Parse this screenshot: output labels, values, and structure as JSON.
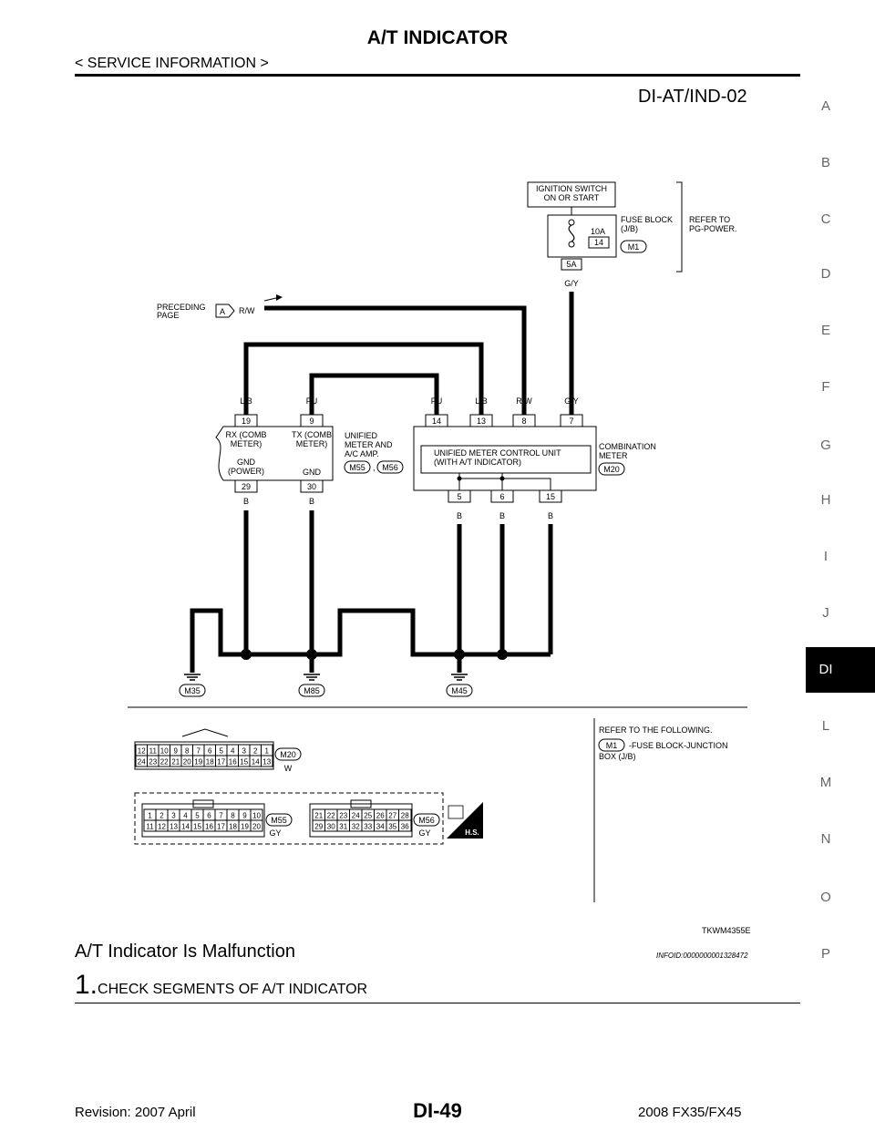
{
  "header": {
    "title": "A/T INDICATOR",
    "subtitle": "< SERVICE INFORMATION >",
    "diagram_code": "DI-AT/IND-02"
  },
  "side_index": {
    "letters": [
      "A",
      "B",
      "C",
      "D",
      "E",
      "F",
      "G",
      "H",
      "I",
      "J",
      "DI",
      "L",
      "M",
      "N",
      "O",
      "P"
    ],
    "active": "DI"
  },
  "diagram": {
    "ignition_switch": [
      "IGNITION SWITCH",
      "ON OR START"
    ],
    "fuse": {
      "amp": "10A",
      "num": "14",
      "terminal": "5A"
    },
    "fuse_block_label": [
      "FUSE BLOCK",
      "(J/B)"
    ],
    "fuse_block_connector": "M1",
    "refer_to": [
      "REFER TO",
      "PG-POWER."
    ],
    "fuse_wire": "G/Y",
    "preceding_page": [
      "PRECEDING",
      "PAGE"
    ],
    "preceding_marker": "A",
    "preceding_wire": "R/W",
    "unified_meter": {
      "terminals": [
        {
          "num": "19",
          "wire": "L/B",
          "label": [
            "RX (COMB",
            "METER)"
          ]
        },
        {
          "num": "9",
          "wire": "PU",
          "label": [
            "TX (COMB",
            "METER)"
          ]
        }
      ],
      "gnd_terminals": [
        {
          "num": "29",
          "wire": "B",
          "label": [
            "GND",
            "(POWER)"
          ]
        },
        {
          "num": "30",
          "wire": "B",
          "label": [
            "GND"
          ]
        }
      ],
      "name": [
        "UNIFIED",
        "METER AND",
        "A/C AMP."
      ],
      "connectors": [
        "M55",
        "M56"
      ],
      "separator": ","
    },
    "combination_meter": {
      "top_terminals": [
        {
          "num": "14",
          "wire": "PU"
        },
        {
          "num": "13",
          "wire": "L/B"
        },
        {
          "num": "8",
          "wire": "R/W"
        },
        {
          "num": "7",
          "wire": "G/Y"
        }
      ],
      "bottom_terminals": [
        {
          "num": "5",
          "wire": "B"
        },
        {
          "num": "6",
          "wire": "B"
        },
        {
          "num": "15",
          "wire": "B"
        }
      ],
      "unit_label": [
        "UNIFIED METER CONTROL UNIT",
        "(WITH A/T INDICATOR)"
      ],
      "name": [
        "COMBINATION",
        "METER"
      ],
      "connector": "M20"
    },
    "ground_wire_labels": [
      "B",
      "B",
      "B",
      "B",
      "B",
      "B",
      "B",
      "B",
      "B"
    ],
    "grounds": [
      "M35",
      "M85",
      "M45"
    ],
    "connector_m20": {
      "row1": [
        "12",
        "11",
        "10",
        "9",
        "8",
        "7",
        "6",
        "5",
        "4",
        "3",
        "2",
        "1"
      ],
      "row2": [
        "24",
        "23",
        "22",
        "21",
        "20",
        "19",
        "18",
        "17",
        "16",
        "15",
        "14",
        "13"
      ],
      "id": "M20",
      "color": "W"
    },
    "connector_m55": {
      "row1": [
        "1",
        "2",
        "3",
        "4",
        "5",
        "6",
        "7",
        "8",
        "9",
        "10"
      ],
      "row2": [
        "11",
        "12",
        "13",
        "14",
        "15",
        "16",
        "17",
        "18",
        "19",
        "20"
      ],
      "id": "M55",
      "color": "GY"
    },
    "connector_m56": {
      "row1": [
        "21",
        "22",
        "23",
        "24",
        "25",
        "26",
        "27",
        "28"
      ],
      "row2": [
        "29",
        "30",
        "31",
        "32",
        "33",
        "34",
        "35",
        "36"
      ],
      "id": "M56",
      "color": "GY"
    },
    "hs_badge": "H.S.",
    "refer_following": {
      "title": "REFER TO THE FOLLOWING.",
      "connector": "M1",
      "text": [
        "-FUSE BLOCK-JUNCTION",
        "BOX (J/B)"
      ]
    }
  },
  "figure_ref": "TKWM4355E",
  "section": {
    "title": "A/T Indicator Is Malfunction",
    "infoid": "INFOID:0000000001328472"
  },
  "step": {
    "number": "1.",
    "text": "CHECK SEGMENTS OF A/T INDICATOR"
  },
  "footer": {
    "revision": "Revision: 2007 April",
    "page": "DI-49",
    "model": "2008 FX35/FX45"
  }
}
